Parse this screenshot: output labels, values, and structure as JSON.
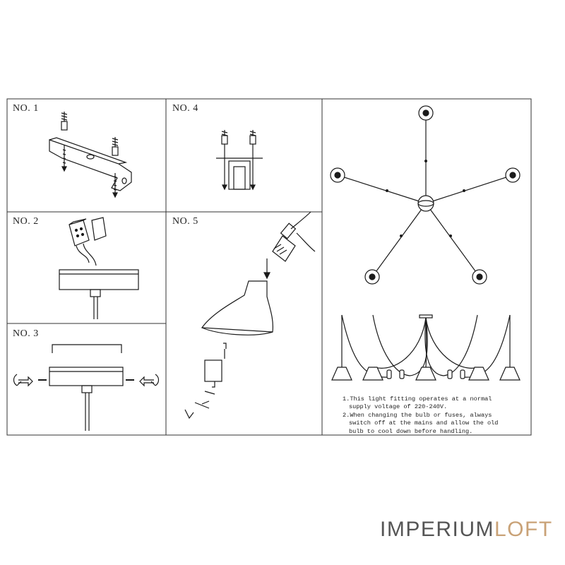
{
  "panels": [
    {
      "label": "NO. 1"
    },
    {
      "label": "NO. 2"
    },
    {
      "label": "NO. 3"
    },
    {
      "label": "NO. 4"
    },
    {
      "label": "NO. 5"
    }
  ],
  "notes": [
    "1.This light fitting operates at a normal\nsupply voltage of 220-240V.",
    "2.When changing the bulb or fuses, always\nswitch off at the mains and allow the old\nbulb to cool down before handling."
  ],
  "brand": {
    "part1": "IMPERIUM",
    "part2": "LOFT",
    "accent_color": "#c9a277",
    "text_color": "#555555"
  },
  "colors": {
    "line": "#1a1a1a",
    "frame": "#333333"
  }
}
